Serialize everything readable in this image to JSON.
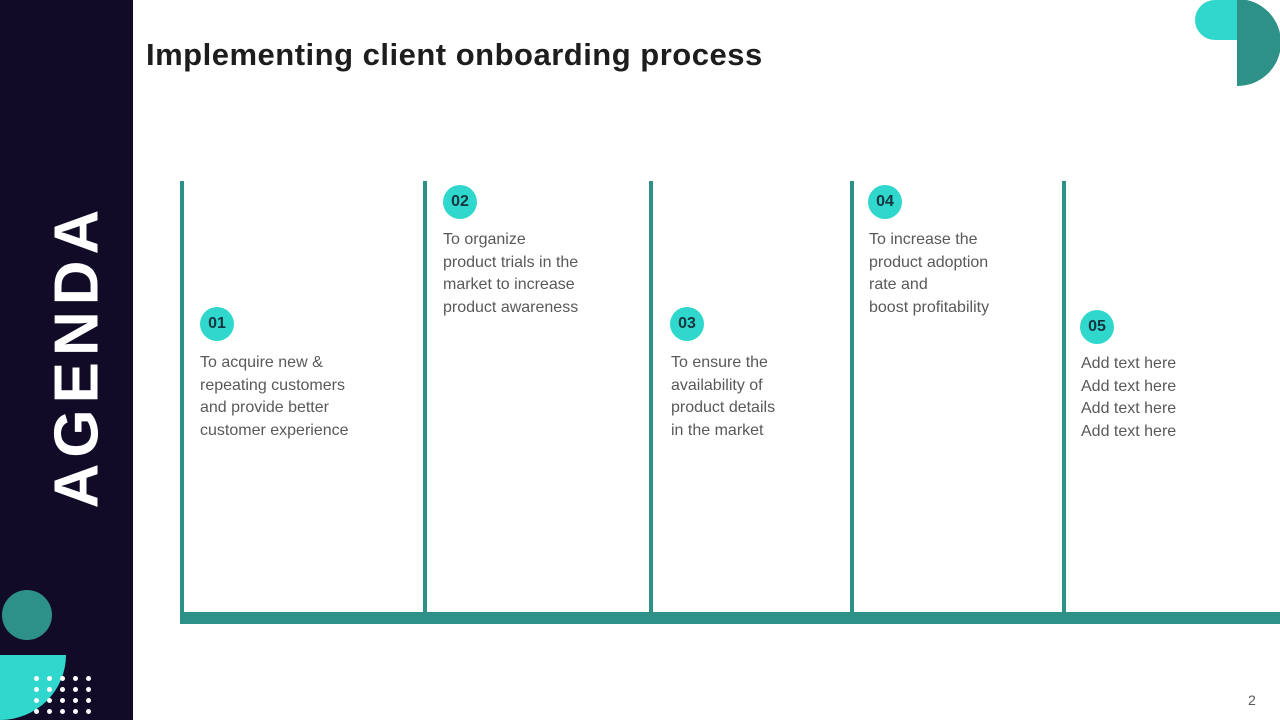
{
  "slide": {
    "title": "Implementing client onboarding process",
    "sidebar_label": "AGENDA",
    "page_number": "2"
  },
  "agenda_items": [
    {
      "number": "01",
      "text": "To acquire new &\nrepeating customers\nand provide better\ncustomer experience"
    },
    {
      "number": "02",
      "text": "To organize\nproduct trials in the\nmarket to increase\nproduct awareness"
    },
    {
      "number": "03",
      "text": "To ensure the\navailability of\nproduct details\nin the market"
    },
    {
      "number": "04",
      "text": "To increase the\nproduct adoption\nrate and\nboost profitability"
    },
    {
      "number": "05",
      "text": "Add text here\nAdd text here\nAdd text here\nAdd text here"
    }
  ],
  "colors": {
    "sidebar_navy": "#110b28",
    "accent_cyan": "#2fd7cc",
    "accent_teal": "#2e9187",
    "body_text_grey": "#595959",
    "title_dark": "#1d1d1d"
  },
  "decor": {
    "dots_rows": 4,
    "dots_cols": 5
  }
}
